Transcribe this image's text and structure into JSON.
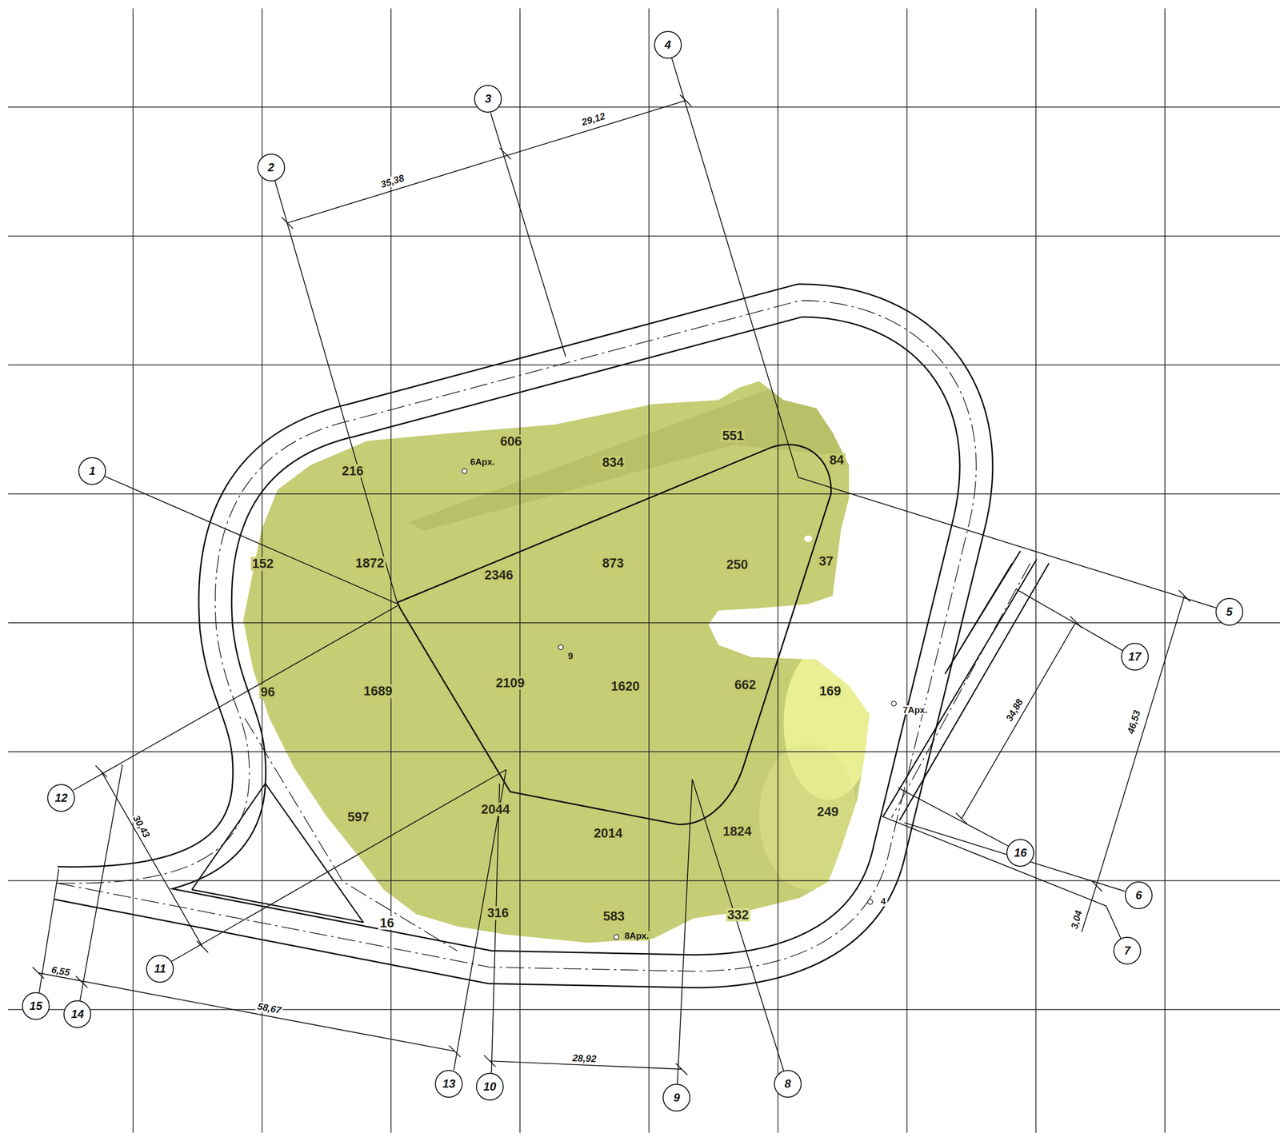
{
  "diagram": {
    "nodes": [
      {
        "text": [
          "1"
        ]
      },
      {
        "text": [
          "2"
        ]
      },
      {
        "text": [
          "3"
        ]
      },
      {
        "text": [
          "4"
        ]
      },
      {
        "text": [
          "5"
        ]
      },
      {
        "text": [
          "6"
        ]
      },
      {
        "text": [
          "7"
        ]
      },
      {
        "text": [
          "8"
        ]
      },
      {
        "text": [
          "9"
        ]
      },
      {
        "text": [
          "10"
        ]
      },
      {
        "text": [
          "11"
        ]
      },
      {
        "text": [
          "12"
        ]
      },
      {
        "text": [
          "13"
        ]
      },
      {
        "text": [
          "14"
        ]
      },
      {
        "text": [
          "15"
        ]
      },
      {
        "text": [
          "16"
        ]
      },
      {
        "text": [
          "17"
        ]
      }
    ],
    "edges": [
      {
        "from": 0,
        "to": 1,
        "arrow": "none"
      },
      {
        "from": 3,
        "to": 4,
        "arrow": "none"
      },
      {
        "from": 8,
        "to": 7,
        "arrow": "none"
      }
    ],
    "labels": [
      "606",
      "834",
      "551",
      "84",
      "216",
      "152",
      "1872",
      "2346",
      "873",
      "250",
      "37",
      "96",
      "1689",
      "2109",
      "1620",
      "662",
      "169",
      "597",
      "2044",
      "2014",
      "1824",
      "249",
      "16",
      "316",
      "583",
      "332",
      "6Арх.",
      "9",
      "7Арх.",
      "4",
      "8Арх.",
      "35,38",
      "29,12",
      "34,88",
      "46,53",
      "3,04",
      "30,43",
      "6,55",
      "58,67",
      "28,92"
    ]
  }
}
